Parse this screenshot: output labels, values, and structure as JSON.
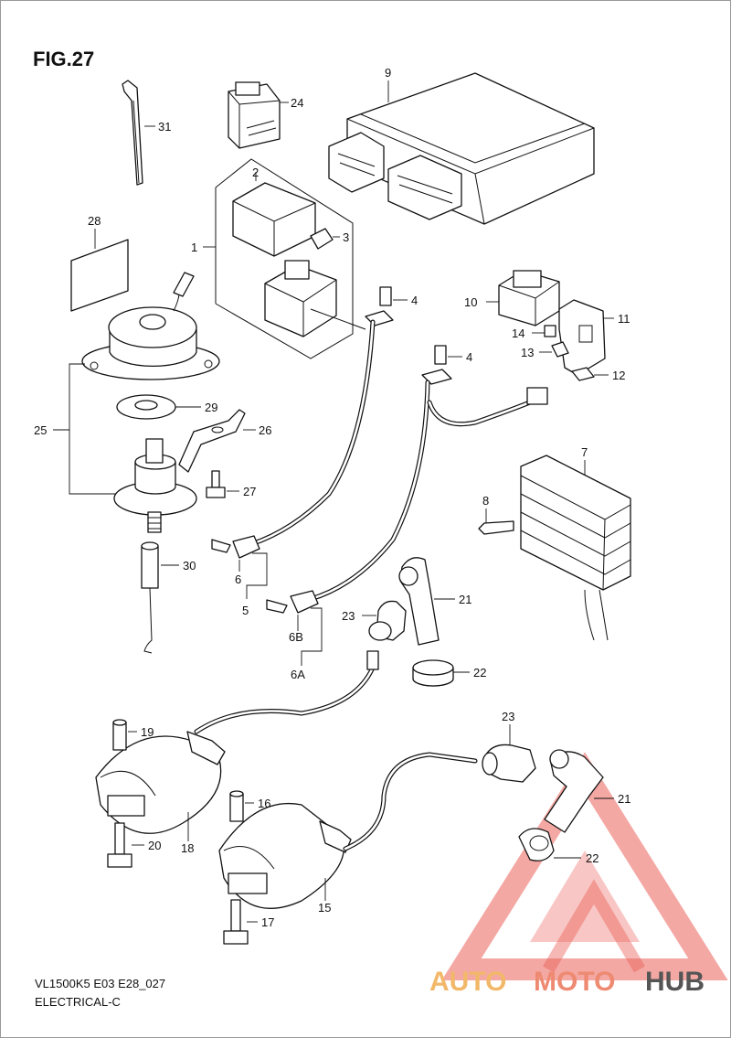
{
  "figure": {
    "title": "FIG.27",
    "code": "VL1500K5 E03 E28_027",
    "section": "ELECTRICAL-C"
  },
  "watermark": {
    "brand_part1": "AUTO",
    "brand_part2": "MOTO",
    "brand_part3": "HUB",
    "color_auto": "#f2b86a",
    "color_moto": "#ee8a72",
    "color_hub": "#555555",
    "logo_color": "#e8463c"
  },
  "callouts": {
    "c1": "1",
    "c2": "2",
    "c3": "3",
    "c4a": "4",
    "c4b": "4",
    "c5": "5",
    "c6": "6",
    "c6a": "6A",
    "c6b": "6B",
    "c7": "7",
    "c8": "8",
    "c9": "9",
    "c10": "10",
    "c11": "11",
    "c12": "12",
    "c13": "13",
    "c14": "14",
    "c15": "15",
    "c16": "16",
    "c17": "17",
    "c18": "18",
    "c19": "19",
    "c20": "20",
    "c21a": "21",
    "c21b": "21",
    "c22a": "22",
    "c22b": "22",
    "c23a": "23",
    "c23b": "23",
    "c24": "24",
    "c25": "25",
    "c26": "26",
    "c27": "27",
    "c28": "28",
    "c29": "29",
    "c30": "30",
    "c31": "31"
  }
}
